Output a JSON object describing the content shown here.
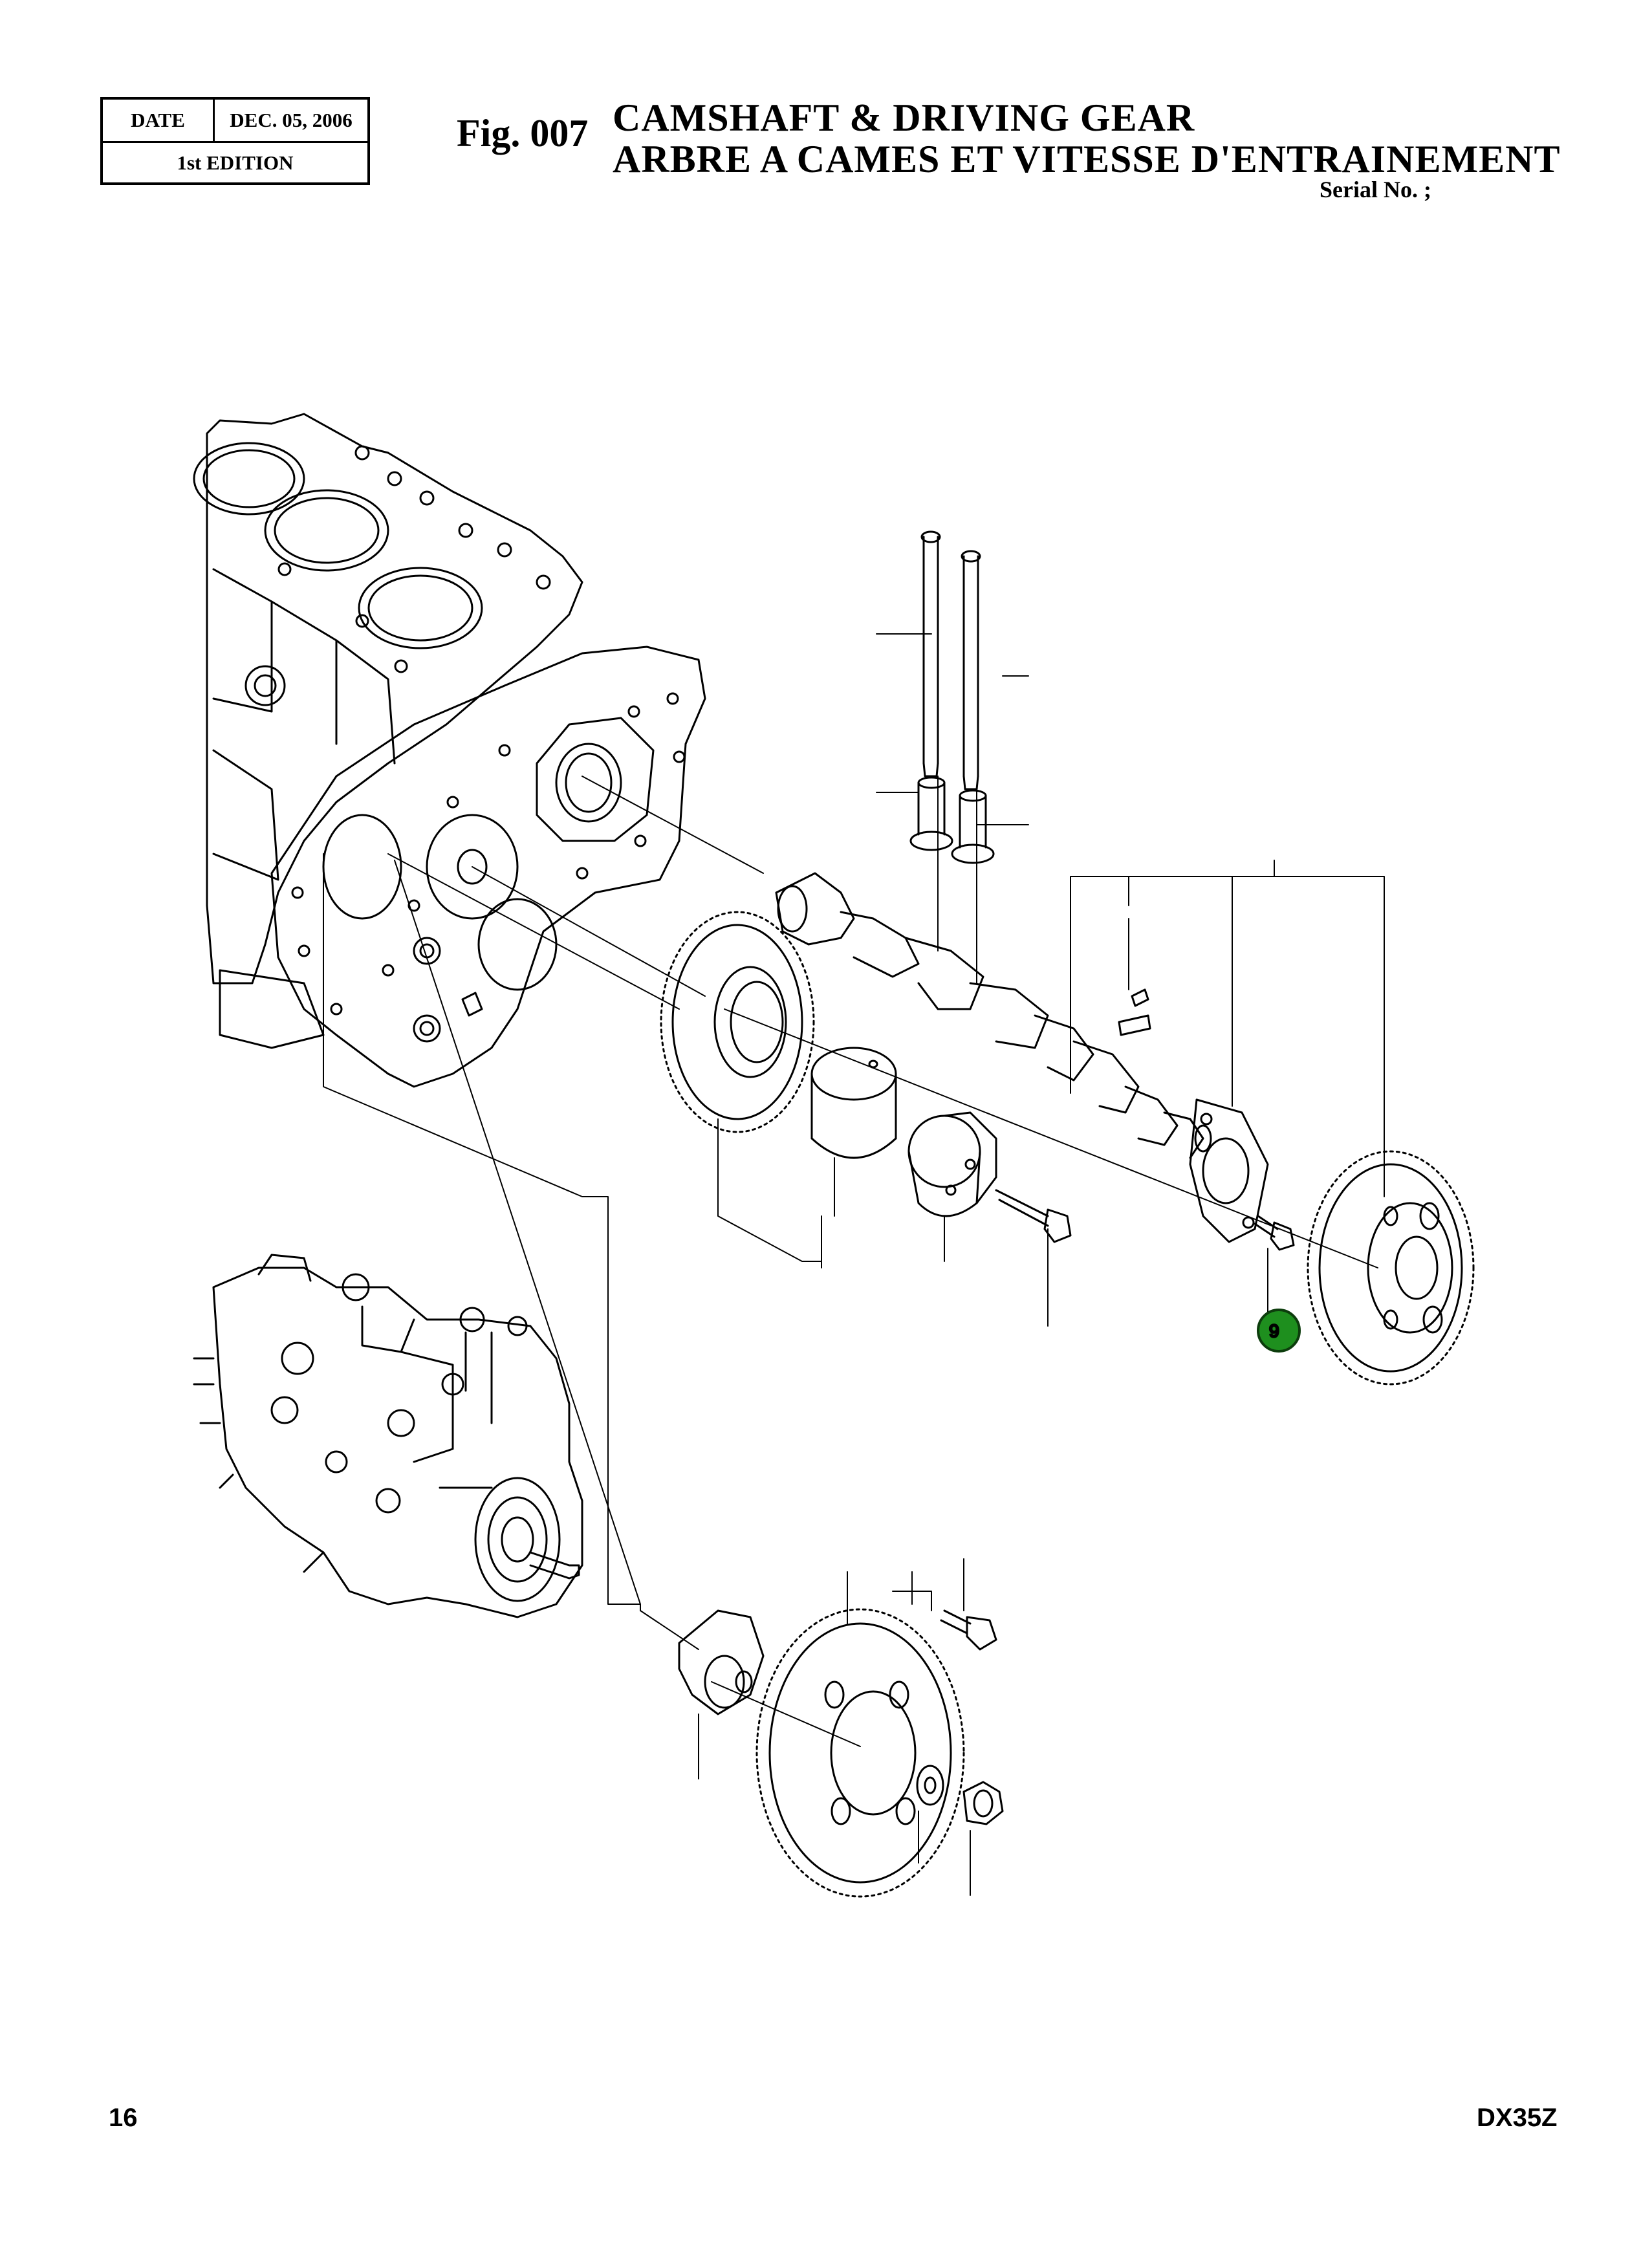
{
  "header": {
    "date_label": "DATE",
    "date_value": "DEC. 05, 2006",
    "edition": "1st EDITION",
    "fig_label": "Fig. 007",
    "title_en": "CAMSHAFT & DRIVING GEAR",
    "title_fr": "ARBRE A CAMES ET VITESSE D'ENTRAINEMENT",
    "serial": "Serial No. ;"
  },
  "callouts": [
    {
      "label": "9",
      "color": "#1e8f1e"
    }
  ],
  "footer": {
    "page_number": "16",
    "model": "DX35Z"
  }
}
